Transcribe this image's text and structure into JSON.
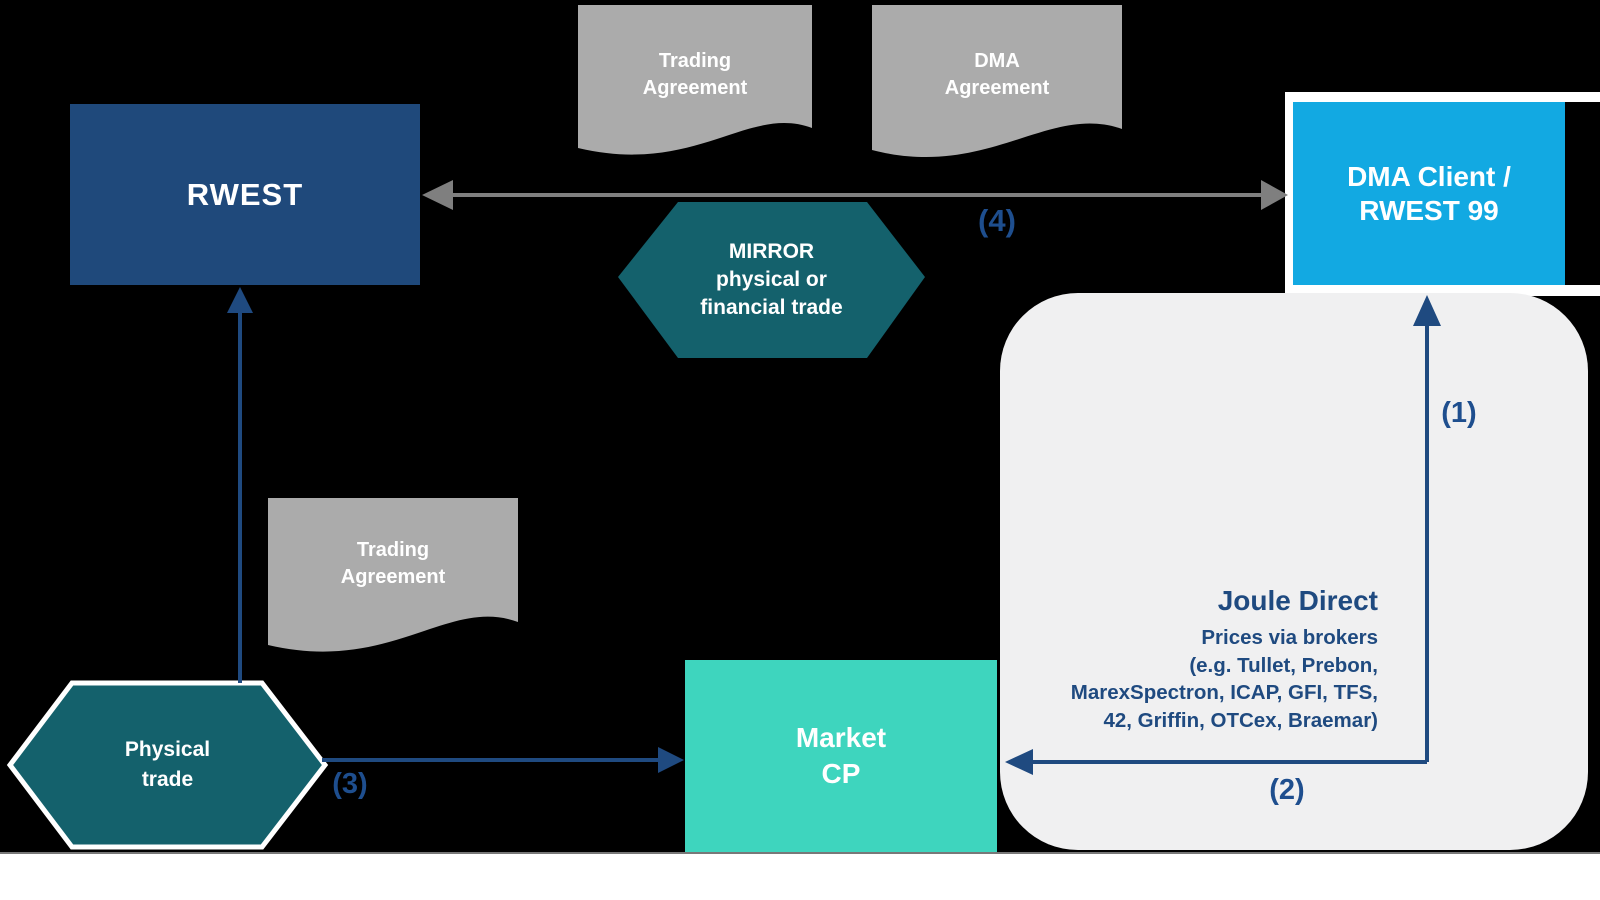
{
  "page": {
    "background": "#000000",
    "footer_strip_color": "#FFFFFF"
  },
  "colors": {
    "navy_box": "#1F497B",
    "navy_arrow": "#1F4A80",
    "flow_label_blue": "#1E4E8E",
    "cyan_box": "#12A9E2",
    "teal_hexagon": "#14616C",
    "turquoise_box": "#3ED5BE",
    "document_gray": "#ABABAB",
    "panel_gray": "#F0F0F1",
    "arrow_gray": "#7F7F7F",
    "text_white": "#FFFFFF"
  },
  "nodes": {
    "rwest": {
      "label": "RWEST"
    },
    "dma_client": {
      "line1": "DMA Client /",
      "line2": "RWEST 99"
    },
    "market_cp": {
      "line1": "Market",
      "line2": "CP"
    },
    "mirror_trade": {
      "line1": "MIRROR",
      "line2": "physical or",
      "line3": "financial trade"
    },
    "physical_trade": {
      "line1": "Physical",
      "line2": "trade"
    },
    "joule_direct": {
      "title": "Joule Direct",
      "line1": "Prices via brokers",
      "line2": "(e.g. Tullet, Prebon,",
      "line3": "MarexSpectron, ICAP, GFI, TFS,",
      "line4": "42, Griffin, OTCex, Braemar)"
    }
  },
  "documents": {
    "trading_agreement_top": {
      "line1": "Trading",
      "line2": "Agreement"
    },
    "dma_agreement": {
      "line1": "DMA",
      "line2": "Agreement"
    },
    "trading_agreement_left": {
      "line1": "Trading",
      "line2": "Agreement"
    }
  },
  "flow_labels": {
    "step1": "(1)",
    "step2": "(2)",
    "step3": "(3)",
    "step4": "(4)"
  }
}
